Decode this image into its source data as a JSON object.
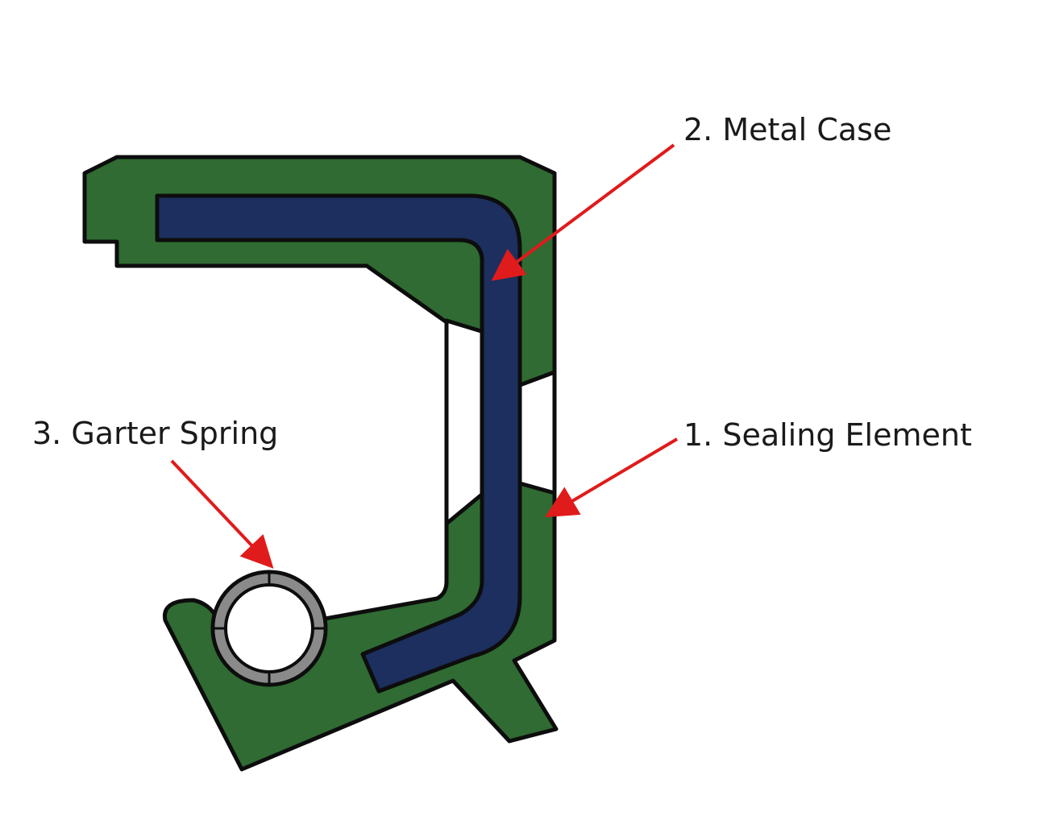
{
  "labels": {
    "metal_case": "2. Metal Case",
    "sealing_element": "1. Sealing Element",
    "garter_spring": "3. Garter Spring"
  },
  "colors": {
    "sealing_element": "#2f6b32",
    "metal_case": "#1c2f5e",
    "outline": "#0d0d0d",
    "spring_ring": "#8a8a8a",
    "arrow": "#e01b1b",
    "background": "#ffffff"
  }
}
